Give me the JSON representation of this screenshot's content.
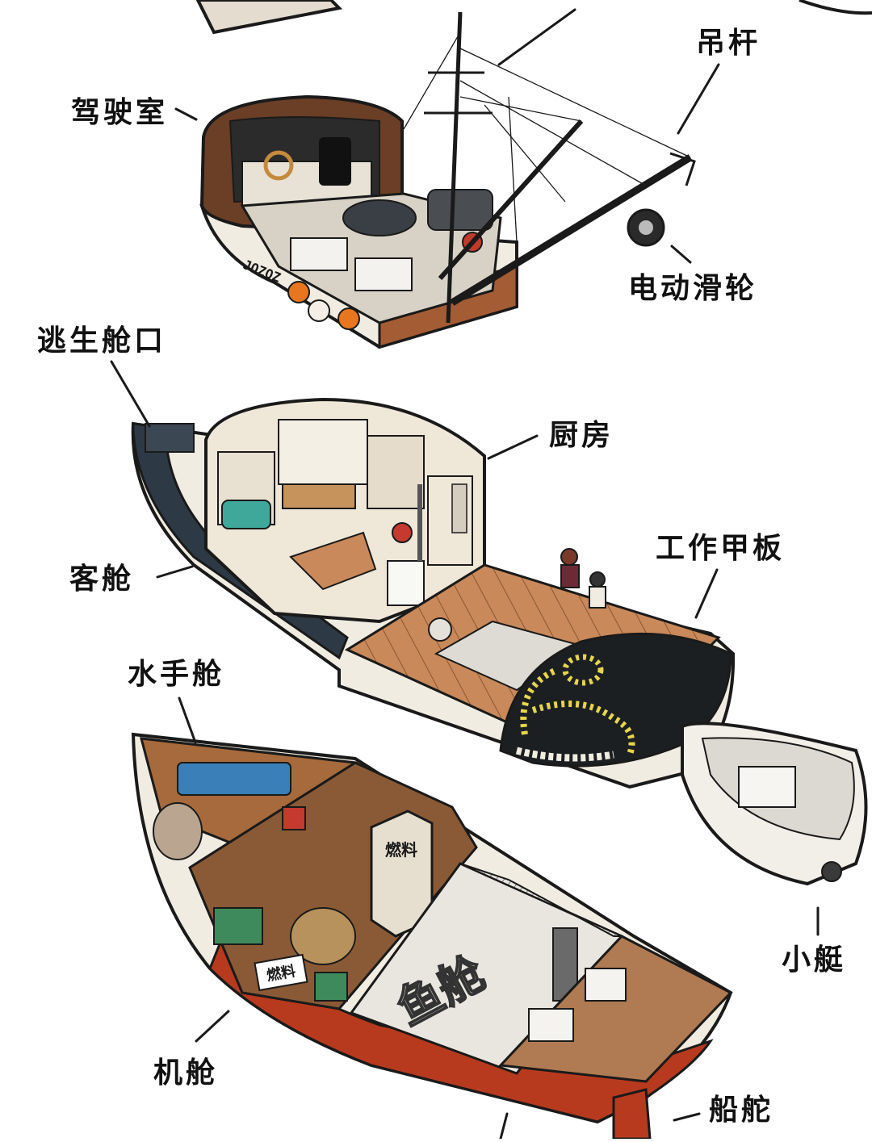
{
  "diagram": {
    "labels": {
      "wheelhouse": "驾驶室",
      "boom": "吊杆",
      "power_block": "电动滑轮",
      "escape_hatch": "逃生舱口",
      "galley": "厨房",
      "cabin": "客舱",
      "work_deck": "工作甲板",
      "crew_quarters": "水手舱",
      "skiff": "小艇",
      "engine_room": "机舱",
      "rudder": "船舵"
    },
    "hull_number": "JOZOZ",
    "fuel_tank_text": "燃料",
    "fuel_box_text": "燃料",
    "fish_hold_text": "鱼舱"
  },
  "colors": {
    "outline": "#1a1a1a",
    "hull_cream": "#f1ece2",
    "hull_dark": "#2d3a45",
    "deck_wood": "#c9895a",
    "hull_red": "#b83a1e",
    "float_orange": "#e8761f",
    "net_black": "#1c1f22",
    "rope_yellow": "#e7d64a",
    "bed_teal": "#3fa89a",
    "engine_green": "#3e8a5c"
  }
}
